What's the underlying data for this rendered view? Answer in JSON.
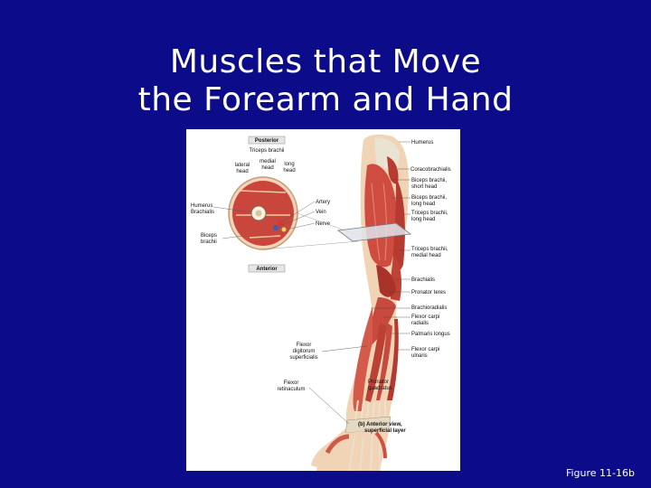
{
  "slide": {
    "title_line1": "Muscles that Move",
    "title_line2": "the Forearm and Hand",
    "caption": "Figure 11-16b"
  },
  "figure": {
    "cross_section": {
      "top_label": "Posterior",
      "bottom_label": "Anterior",
      "triceps": "Triceps brachii",
      "lateral": "lateral",
      "medial": "medial",
      "long": "long",
      "head": "head",
      "humerus": "Humerus",
      "brachialis": "Brachialis",
      "biceps": "Biceps",
      "brachii": "brachii",
      "artery": "Artery",
      "vein": "Vein",
      "nerve": "Nerve"
    },
    "right_labels": {
      "humerus": "Humerus",
      "coracobrachialis": "Coracobrachialis",
      "biceps_short_1": "Biceps brachii,",
      "biceps_short_2": "short head",
      "biceps_long_1": "Biceps brachii,",
      "biceps_long_2": "long head",
      "triceps_long_1": "Triceps brachii,",
      "triceps_long_2": "long head",
      "triceps_medial_1": "Triceps brachii,",
      "triceps_medial_2": "medial head",
      "brachialis": "Brachialis",
      "pronator_teres": "Pronator teres",
      "brachioradialis": "Brachioradialis",
      "fcr_1": "Flexor carpi",
      "fcr_2": "radialis",
      "palmaris": "Palmaris longus",
      "fcu_1": "Flexor carpi",
      "fcu_2": "ulnaris",
      "pq_1": "Pronator",
      "pq_2": "quadratus"
    },
    "left_labels": {
      "fds_1": "Flexor",
      "fds_2": "digitorum",
      "fds_3": "superficialis",
      "fr_1": "Flexor",
      "fr_2": "retinaculum"
    },
    "view_caption_1": "(b) Anterior view,",
    "view_caption_2": "superficial layer"
  },
  "colors": {
    "background": "#0c0c8a",
    "muscle": "#c9463c",
    "tendon": "#e8dcc8"
  }
}
